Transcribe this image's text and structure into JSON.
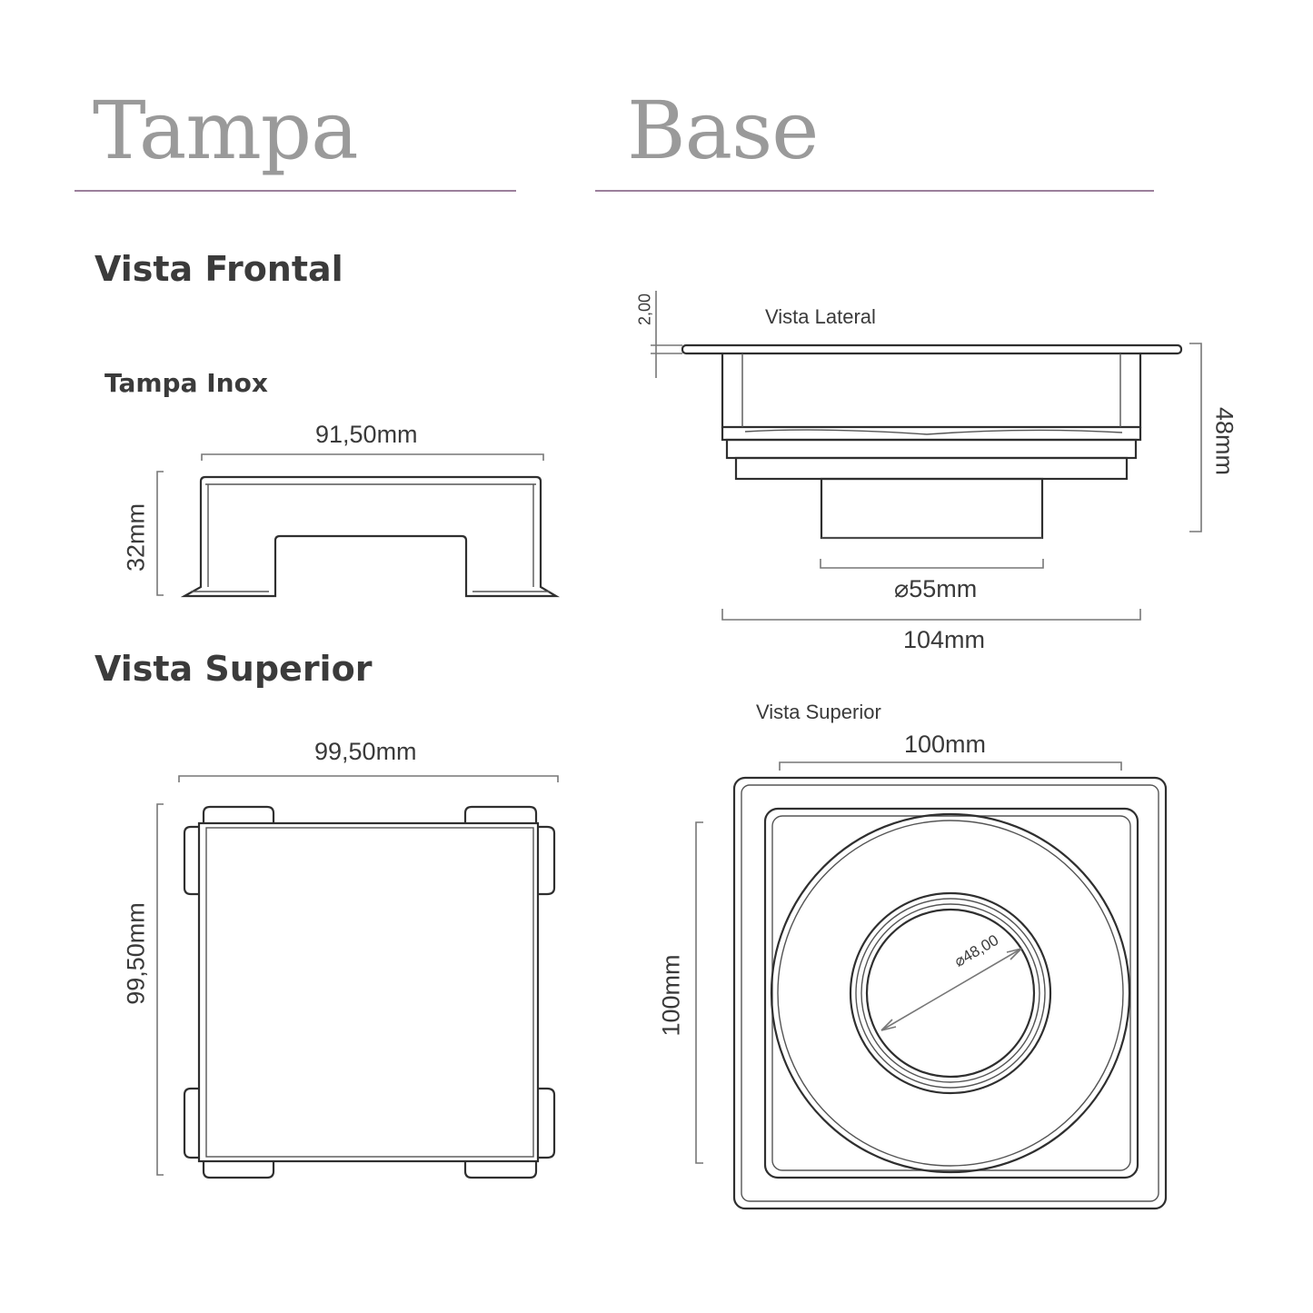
{
  "sections": {
    "left_title": "Tampa",
    "right_title": "Base"
  },
  "headings": {
    "front_view": "Vista Frontal",
    "top_view": "Vista Superior",
    "lid_name": "Tampa Inox"
  },
  "base_labels": {
    "side_view": "Vista Lateral",
    "top_view": "Vista Superior"
  },
  "dimensions": {
    "lid_front_width": "91,50mm",
    "lid_front_height": "32mm",
    "lid_top_width": "99,50mm",
    "lid_top_height": "99,50mm",
    "base_flange": "2,00",
    "base_height": "48mm",
    "base_outlet_diameter": "⌀55mm",
    "base_width": "104mm",
    "base_top_width": "100mm",
    "base_top_height": "100mm",
    "base_inner_diameter": "⌀48,00"
  },
  "colors": {
    "title_gray": "#9a9a9a",
    "rule_purple": "#9b7f9b",
    "line_dark": "#2f2f2f"
  }
}
